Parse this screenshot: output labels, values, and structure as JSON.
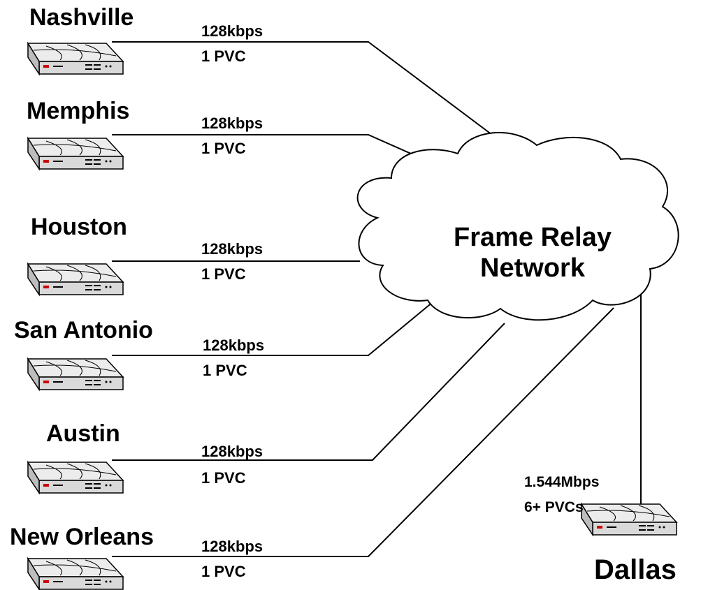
{
  "network": {
    "line1": "Frame Relay",
    "line2": "Network"
  },
  "sites": [
    {
      "name": "Nashville",
      "speed": "128kbps",
      "pvc": "1 PVC"
    },
    {
      "name": "Memphis",
      "speed": "128kbps",
      "pvc": "1 PVC"
    },
    {
      "name": "Houston",
      "speed": "128kbps",
      "pvc": "1 PVC"
    },
    {
      "name": "San Antonio",
      "speed": "128kbps",
      "pvc": "1 PVC"
    },
    {
      "name": "Austin",
      "speed": "128kbps",
      "pvc": "1 PVC"
    },
    {
      "name": "New Orleans",
      "speed": "128kbps",
      "pvc": "1 PVC"
    }
  ],
  "hub": {
    "name": "Dallas",
    "speed": "1.544Mbps",
    "pvc": "6+ PVCs"
  },
  "colors": {
    "line": "#000000",
    "device_body": "#d9d9d9",
    "device_top": "#ececec",
    "device_accent": "#cc0000",
    "cloud_fill": "#ffffff"
  },
  "icons": {
    "device": "router-icon",
    "cloud": "cloud-icon"
  }
}
